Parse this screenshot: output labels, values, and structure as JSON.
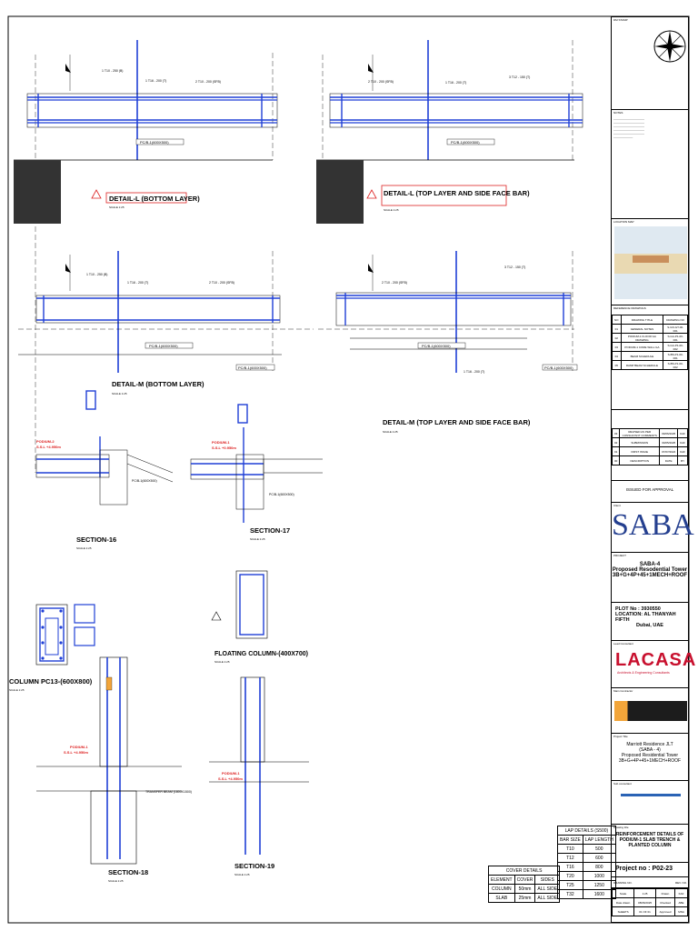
{
  "details": {
    "l_bottom": {
      "title": "DETAIL-L (BOTTOM LAYER)",
      "scale": "SCALE 1:25"
    },
    "l_top": {
      "title": "DETAIL-L (TOP LAYER AND SIDE FACE BAR)",
      "scale": "SCALE 1:25"
    },
    "m_bottom": {
      "title": "DETAIL-M (BOTTOM LAYER)",
      "scale": "SCALE 1:25"
    },
    "m_top": {
      "title": "DETAIL-M (TOP LAYER AND SIDE FACE BAR)",
      "scale": "SCALE 1:25"
    }
  },
  "sections": {
    "s16": {
      "title": "SECTION-16",
      "scale": "SCALE 1:25",
      "level": "PODIUM-2",
      "level_val": "S.S.L +4.950m"
    },
    "s17": {
      "title": "SECTION-17",
      "scale": "SCALE 1:25",
      "level": "PODIUM-1",
      "level_val": "S.S.L +0.950m"
    },
    "s18": {
      "title": "SECTION-18",
      "scale": "SCALE 1:25",
      "level": "PODIUM-1",
      "level_val": "S.S.L +4.950m",
      "beam": "TRANSFER BEAM (1800X1500)"
    },
    "s19": {
      "title": "SECTION-19",
      "scale": "SCALE 1:25",
      "level": "PODIUM-1",
      "level_val": "S.S.L +4.950m"
    },
    "col_pc13": {
      "title": "COLUMN PC13-(600X800)",
      "scale": "SCALE 1:25"
    },
    "floating": {
      "title": "FLOATING COLUMN-(400X700)",
      "scale": "SCALE 1:25"
    }
  },
  "bars": {
    "b1": "1 T10 - 250 (B)",
    "b2": "1 T16 - 200 (T)",
    "b3": "2 T10 - 200 (SFB)",
    "b4": "3 T12 - 150 (T)",
    "beam": "PC/B-1(600X500)"
  },
  "cover_details": {
    "title": "COVER DETAILS",
    "headers": [
      "ELEMENT",
      "COVER",
      "SIDES"
    ],
    "rows": [
      [
        "COLUMN",
        "50mm",
        "ALL SIDE"
      ],
      [
        "SLAB",
        "25mm",
        "ALL SIDE"
      ]
    ]
  },
  "lap_details": {
    "title": "LAP DETAILS (S500)",
    "headers": [
      "BAR SIZE",
      "LAP LENGTH"
    ],
    "rows": [
      [
        "T10",
        "500"
      ],
      [
        "T12",
        "600"
      ],
      [
        "T16",
        "800"
      ],
      [
        "T20",
        "1000"
      ],
      [
        "T25",
        "1250"
      ],
      [
        "T32",
        "1600"
      ]
    ]
  },
  "title_block": {
    "seal": "DM STAMP",
    "notes_label": "NOTES",
    "location_map": "LOCATION MAP",
    "ref_drawings": "REFERENCE DRAWINGS",
    "issued": "ISSUED FOR APPROVAL",
    "client_label": "Client",
    "client": "SABA",
    "project_label": "PROJECT",
    "project": [
      "SABA-4",
      "Proposed Resodential Tower",
      "3B+G+4P+45+1MECH+ROOF"
    ],
    "plot": "PLOT No    : 3930550",
    "location": "LOCATION: AL THANYAH FIFTH",
    "city": "Dubai, UAE",
    "consultant_label": "Lead Consultant",
    "consultant": "LACASA",
    "consultant_sub": "Architects & Engineering Consultants",
    "contractor_label": "Main Contractor",
    "project_title_label": "Project Title",
    "project_title": [
      "Marriott Residence JLT",
      "(SABA - 4)",
      "Proposed Residential Tower",
      "3B+G+4P+45+1MECH+ROOF"
    ],
    "sub_consultant_label": "Sub consultant",
    "drawing_title_label": "Drawing title",
    "drawing_title": [
      "REINFORCEMENT DETAILS OF",
      "PODIUM-1 SLAB TRENCH &",
      "PLANTED COLUMN"
    ],
    "project_no": "Project no :   P02-23",
    "drawing_no_label": "DRAWING NO.",
    "rev_label": "REV. NO.",
    "meta": [
      [
        "Scale",
        "1:25",
        "Drawn",
        "KAF"
      ],
      [
        "Date drawn",
        "08/06/2025",
        "Checked",
        "ABE"
      ],
      [
        "SHEETS",
        "01 OF 01",
        "Approved",
        "MNA"
      ]
    ]
  },
  "revisions": {
    "headers": [
      "NO",
      "DESCRIPTION",
      "DATE",
      "BY"
    ],
    "rows": [
      [
        "03",
        "REVISED AS PER CONSULTANT COMMENTS",
        "09/06/2025",
        "KAF"
      ],
      [
        "02",
        "SUBMISSION",
        "30/05/2025",
        "KAF"
      ],
      [
        "01",
        "FIRST ISSUE",
        "07/07/2024",
        "KAF"
      ],
      [
        "00",
        "DESCRIPTION",
        "DATE",
        "BY"
      ]
    ]
  },
  "refs": {
    "headers": [
      "NO",
      "DRAWING TITLE",
      "DRAWING NO"
    ],
    "rows": [
      [
        "01",
        "GENERAL NOTES",
        "S-GN-GT-00-001"
      ],
      [
        "02",
        "PODIUM-1 FLOOR GA DRAWING",
        "S-GA-P1-00-001"
      ],
      [
        "03",
        "PODIUM-1 CORE WALL GA",
        "S-GA-P1-00-002"
      ],
      [
        "04",
        "BEAM SCHEDULE",
        "S-BS-P1-00-001"
      ],
      [
        "05",
        "RAMP BEAM SCHEDULE",
        "S-BS-P1-00-002"
      ]
    ]
  }
}
